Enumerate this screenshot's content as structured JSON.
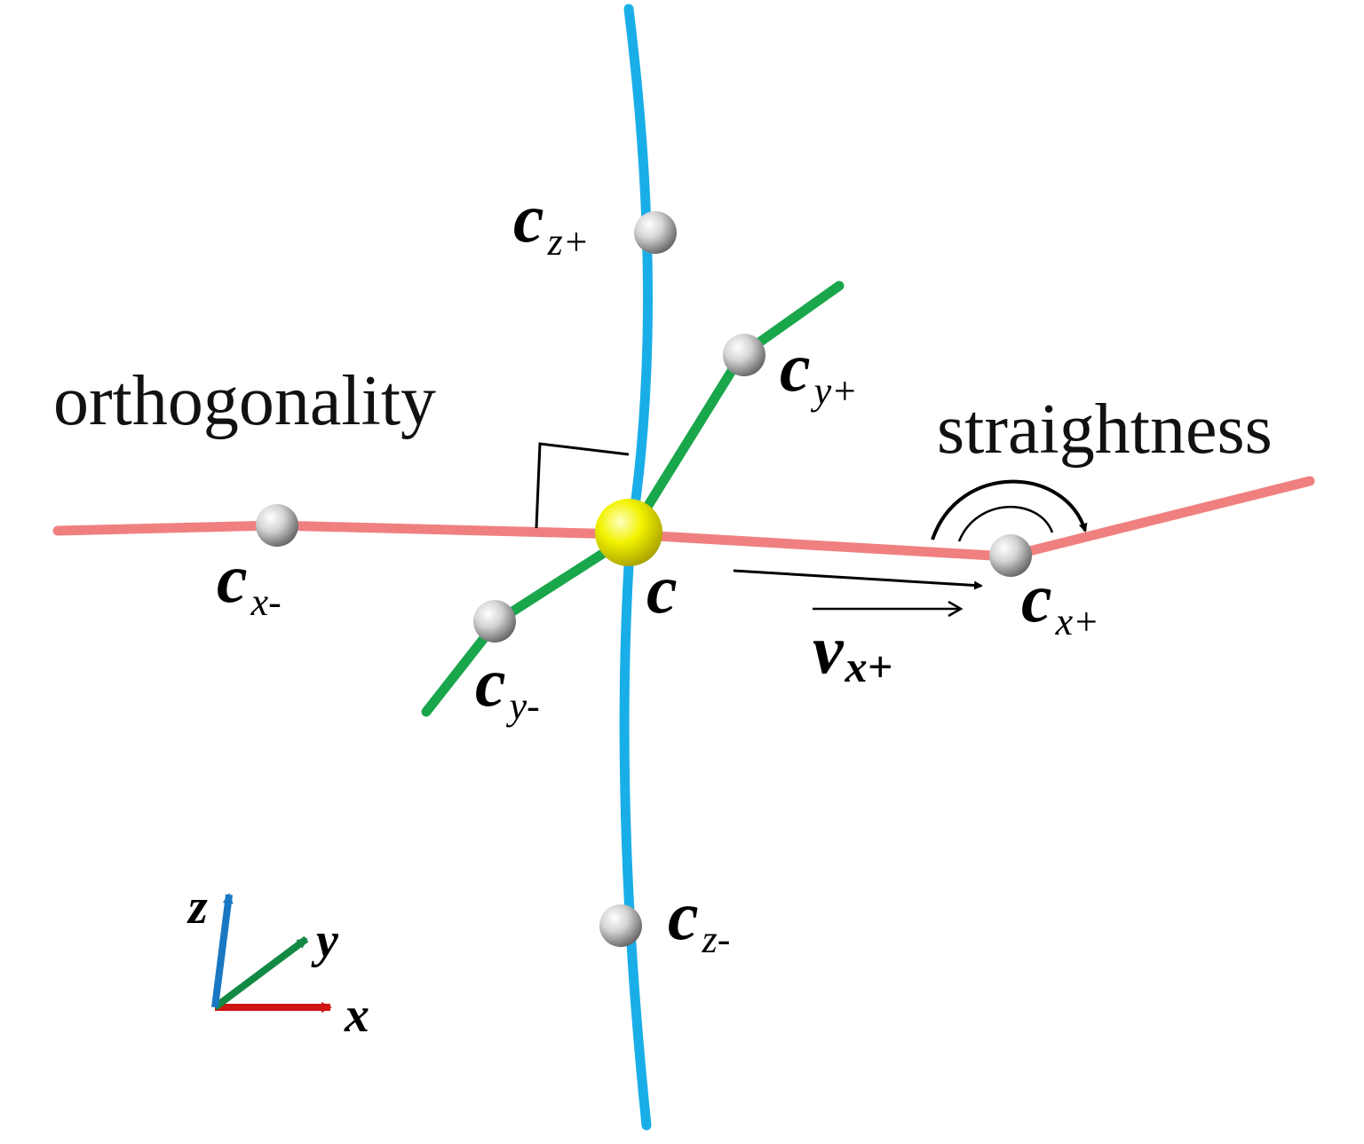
{
  "annotations": {
    "orthogonality": "orthogonality",
    "straightness": "straightness"
  },
  "points": {
    "c": {
      "main": "c",
      "sub": ""
    },
    "cz_plus": {
      "main": "c",
      "sub": "z+"
    },
    "cz_minus": {
      "main": "c",
      "sub": "z-"
    },
    "cy_plus": {
      "main": "c",
      "sub": "y+"
    },
    "cy_minus": {
      "main": "c",
      "sub": "y-"
    },
    "cx_plus": {
      "main": "c",
      "sub": "x+"
    },
    "cx_minus": {
      "main": "c",
      "sub": "x-"
    }
  },
  "vector": {
    "main": "v",
    "sub": "x+"
  },
  "axes": {
    "x": "x",
    "y": "y",
    "z": "z"
  },
  "colors": {
    "x_line": "#f08080",
    "y_line": "#1aa64b",
    "z_line": "#1aaee8",
    "center_node": "#f2f200",
    "node": "#c8c8c8",
    "axis_x": "#d01515",
    "axis_y": "#138a43",
    "axis_z": "#1a78c2"
  }
}
